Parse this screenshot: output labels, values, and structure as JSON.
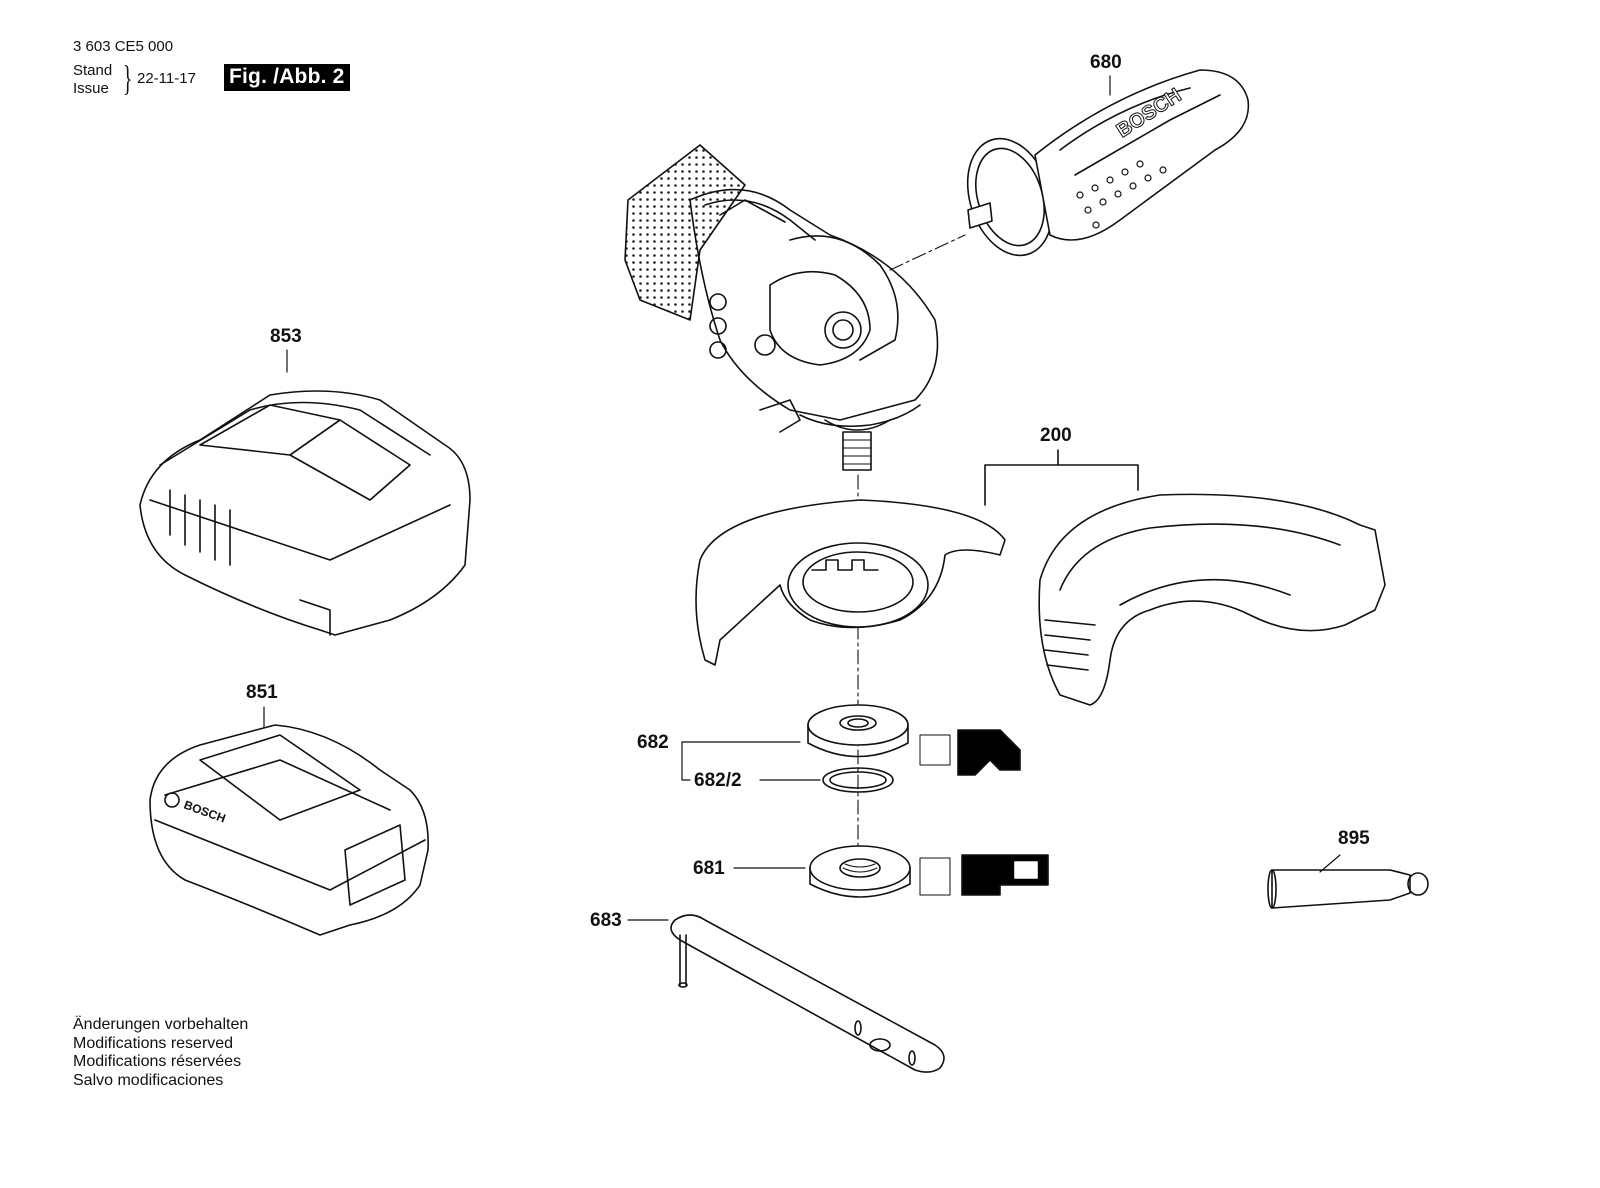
{
  "header": {
    "doc_number": "3 603 CE5 000",
    "stand_label": "Stand",
    "issue_label": "Issue",
    "date": "22-11-17",
    "figure_tag": "Fig. /Abb. 2"
  },
  "parts": [
    {
      "id": "680"
    },
    {
      "id": "853"
    },
    {
      "id": "200"
    },
    {
      "id": "851"
    },
    {
      "id": "682"
    },
    {
      "id": "682/2"
    },
    {
      "id": "681"
    },
    {
      "id": "683"
    },
    {
      "id": "895"
    }
  ],
  "brand_text": {
    "handle": "BOSCH",
    "battery": "BOSCH"
  },
  "notes": [
    "Änderungen vorbehalten",
    "Modifications reserved",
    "Modifications réservées",
    "Salvo modificaciones"
  ]
}
